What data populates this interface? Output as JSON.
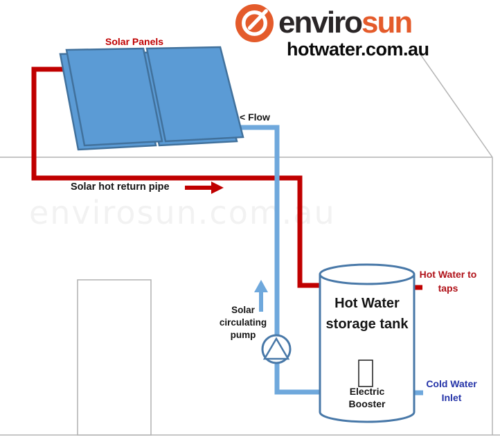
{
  "brand": {
    "name_part1": "enviro",
    "name_part2": "sun",
    "domain": "hotwater.com.au",
    "icon": "envirosun-e-icon",
    "orange": "#e45b2b",
    "dark": "#2a2627"
  },
  "watermark": "envirosun.com.au",
  "diagram": {
    "labels": {
      "solar_panels": "Solar Panels",
      "flow": "< Flow",
      "solar_hot_return_pipe": "Solar hot return pipe",
      "solar_circulating_pump": "Solar circulating pump",
      "hot_water_storage_tank": "Hot Water storage tank",
      "electric_booster": "Electric Booster",
      "hot_water_to_taps": "Hot Water to taps",
      "cold_water_inlet": "Cold Water Inlet"
    },
    "colors": {
      "hot_pipe_red": "#c00000",
      "cold_pipe_blue": "#6fa8dc",
      "panel_fill": "#5b9bd5",
      "panel_border": "#41719c",
      "tank_outline": "#4878a8",
      "hot_label_red": "#b01118",
      "cold_label_blue": "#2433a8",
      "house_line_gray": "#b3b3b3",
      "watermark_gray": "#f2f2f2"
    }
  }
}
